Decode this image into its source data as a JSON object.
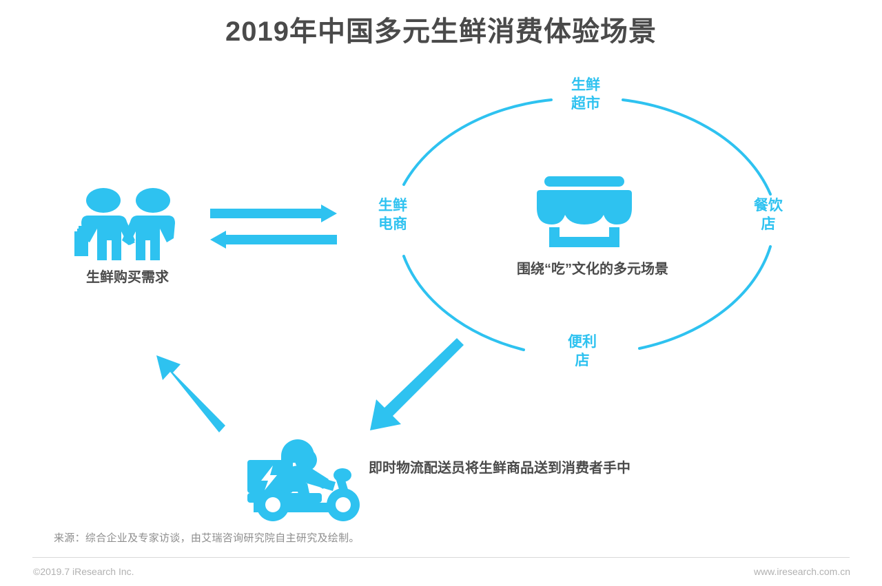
{
  "page": {
    "title": "2019年中国多元生鲜消费体验场景",
    "background_color": "#ffffff",
    "accent_color": "#2ec2f0",
    "text_color": "#4a4a4a"
  },
  "diagram": {
    "type": "cycle-flow",
    "center_caption": "围绕“吃”文化的多元场景",
    "center_icon": "storefront-icon",
    "ring_nodes": [
      {
        "id": "supermarket",
        "label": "生鲜\n超市",
        "position": "top"
      },
      {
        "id": "restaurant",
        "label": "餐饮\n店",
        "position": "right"
      },
      {
        "id": "convenience",
        "label": "便利\n店",
        "position": "bottom"
      },
      {
        "id": "ecommerce",
        "label": "生鲜\n电商",
        "position": "left"
      }
    ],
    "consumer": {
      "icon": "two-people-shopping-icon",
      "label": "生鲜购买需求"
    },
    "delivery": {
      "icon": "scooter-delivery-rider-icon",
      "label": "即时物流配送员将生鲜商品送到消费者手中"
    },
    "connectors": [
      {
        "id": "consumer-to-ecommerce",
        "direction": "right",
        "style": "straight-arrow"
      },
      {
        "id": "ecommerce-to-consumer",
        "direction": "left",
        "style": "straight-arrow"
      },
      {
        "id": "ring-to-delivery",
        "direction": "down-left",
        "style": "diagonal-arrow"
      },
      {
        "id": "delivery-to-consumer",
        "direction": "up-left",
        "style": "diagonal-arrow"
      }
    ]
  },
  "footer": {
    "source": "来源：综合企业及专家访谈，由艾瑞咨询研究院自主研究及绘制。",
    "copyright": "©2019.7 iResearch Inc.",
    "website": "www.iresearch.com.cn"
  }
}
